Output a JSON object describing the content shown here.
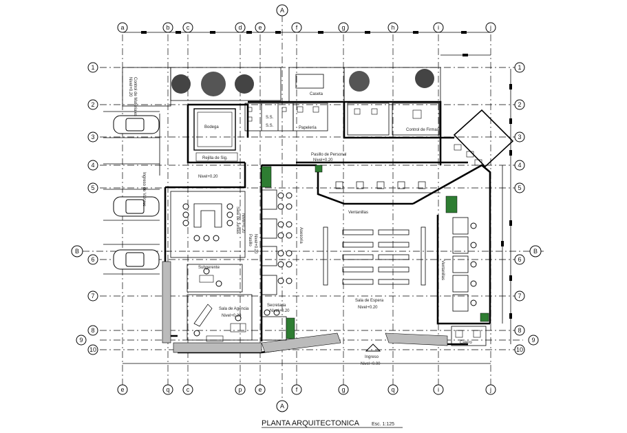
{
  "drawing": {
    "title": "PLANTA ARQUITECTONICA",
    "scale": "Esc. 1:125"
  },
  "grid": {
    "columns": [
      "a",
      "b",
      "c",
      "d",
      "e",
      "f",
      "g",
      "h",
      "i",
      "j"
    ],
    "columns_bottom": [
      "e",
      "q",
      "c",
      "p",
      "e",
      "f",
      "g",
      "q",
      "i",
      "j"
    ],
    "rows": [
      "1",
      "2",
      "3",
      "4",
      "5",
      "6",
      "7",
      "8",
      "9",
      "10"
    ],
    "section_a": "A",
    "section_b": "B"
  },
  "rooms": {
    "control_mat": "Control de Materiales",
    "nivel_top_left": "Nivel+0.20",
    "caseta": "Caseta",
    "papeleria": "Papelería",
    "bodega": "Bodega",
    "rejilla": "Rejilla de Sig.",
    "nivel_rejilla": "Nivel+0.20",
    "ss1": "S.S.",
    "ss2": "S.S.",
    "control_firmas": "Control de Firmas",
    "pasillo_personal": "Pasillo de Personal",
    "nivel_pasillo": "Nivel+0.20",
    "ventanillas_top": "Ventanillas",
    "ventanillas_right": "Ventanillas",
    "ingreso_valores": "Ingreso de Valores",
    "sala_juntas": "Sala de Juntas",
    "nivel_juntas": "Nivel+0.20",
    "pasillo": "Pasillo",
    "nivel_pasillo2": "Nivel+0.20",
    "asesoria": "Asesoría",
    "subgerente": "Subgerente",
    "sala_agencia": "Sala de Agencia",
    "nivel_agencia": "Nivel+0.20",
    "secretaria": "Secretaria",
    "nivel_secretaria": "Nivel+0.20",
    "sala_espera": "Sala de Espera",
    "nivel_espera": "Nivel+0.20",
    "ingreso": "Ingreso",
    "nivel_ingreso": "Nivel+0.00",
    "cajero": "Cajero"
  }
}
